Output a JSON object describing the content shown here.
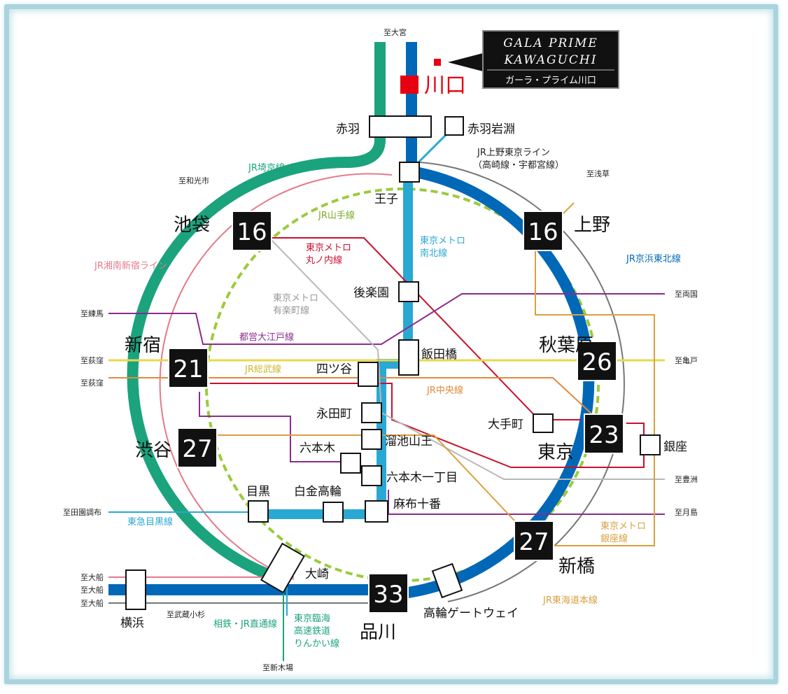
{
  "property": {
    "name_en_line1": "GALA PRIME",
    "name_en_line2": "KAWAGUCHI",
    "name_ja": "ガーラ・プライム川口",
    "station": "川口"
  },
  "colors": {
    "saikyo": "#1ba37d",
    "keihin_tohoku": "#0068b7",
    "namboku": "#2aa8d4",
    "yamanote": "#9acb3c",
    "shonan_shinjuku": "#e37a8a",
    "marunouchi": "#c8102e",
    "oedo": "#8c2b8c",
    "yurakucho": "#b8b8b8",
    "sobu": "#e8d84c",
    "chuo": "#e08a3c",
    "ginza": "#d9a03f",
    "tokaido": "#777777",
    "meguro": "#2aa8d4",
    "hub_box": "#111111"
  },
  "hubs": [
    {
      "station": "池袋",
      "minutes": "16"
    },
    {
      "station": "上野",
      "minutes": "16"
    },
    {
      "station": "新宿",
      "minutes": "21"
    },
    {
      "station": "秋葉原",
      "minutes": "26"
    },
    {
      "station": "東京",
      "minutes": "23"
    },
    {
      "station": "渋谷",
      "minutes": "27"
    },
    {
      "station": "新橋",
      "minutes": "27"
    },
    {
      "station": "品川",
      "minutes": "33"
    }
  ],
  "stations": {
    "akabane": "赤羽",
    "akabane_iwabuchi": "赤羽岩淵",
    "oji": "王子",
    "korakuen": "後楽園",
    "iidabashi": "飯田橋",
    "yotsuya": "四ツ谷",
    "nagatacho": "永田町",
    "tameike_sanno": "溜池山王",
    "roppongi": "六本木",
    "roppongi_itchome": "六本木一丁目",
    "azabu_juban": "麻布十番",
    "shirokane_takanawa": "白金高輪",
    "meguro": "目黒",
    "otemachi": "大手町",
    "ginza": "銀座",
    "osaki": "大崎",
    "takanawa_gateway": "高輪ゲートウェイ",
    "yokohama": "横浜"
  },
  "lines": {
    "saikyo": "JR埼京線",
    "yamanote": "JR山手線",
    "shonan_shinjuku": "JR湘南新宿ライン",
    "marunouchi_1": "東京メトロ",
    "marunouchi_2": "丸ノ内線",
    "namboku_1": "東京メトロ",
    "namboku_2": "南北線",
    "yurakucho_1": "東京メトロ",
    "yurakucho_2": "有楽町線",
    "oedo": "都営大江戸線",
    "sobu": "JR総武線",
    "chuo": "JR中央線",
    "keihin_tohoku": "JR京浜東北線",
    "ueno_tokyo_1": "JR上野東京ライン",
    "ueno_tokyo_2": "（高崎線・宇都宮線）",
    "ginza_1": "東京メトロ",
    "ginza_2": "銀座線",
    "tokaido": "JR東海道本線",
    "tokyu_meguro": "東急目黒線",
    "sotetsu_jr": "相鉄・JR直通線",
    "rinkai_1": "東京臨海",
    "rinkai_2": "高速鉄道",
    "rinkai_3": "りんかい線"
  },
  "destinations": {
    "omiya": "至大宮",
    "wakoshi": "至和光市",
    "asakusa": "至浅草",
    "nerima": "至練馬",
    "ryogoku": "至両国",
    "ogikubo_1": "至荻窪",
    "ogikubo_2": "至荻窪",
    "kameido": "至亀戸",
    "toyosu": "至豊洲",
    "den_en_chofu": "至田園調布",
    "tsukishima": "至月島",
    "ofuna_1": "至大船",
    "ofuna_2": "至大船",
    "ofuna_3": "至大船",
    "musashi_kosugi": "至武蔵小杉",
    "shin_kiba": "至新木場"
  }
}
